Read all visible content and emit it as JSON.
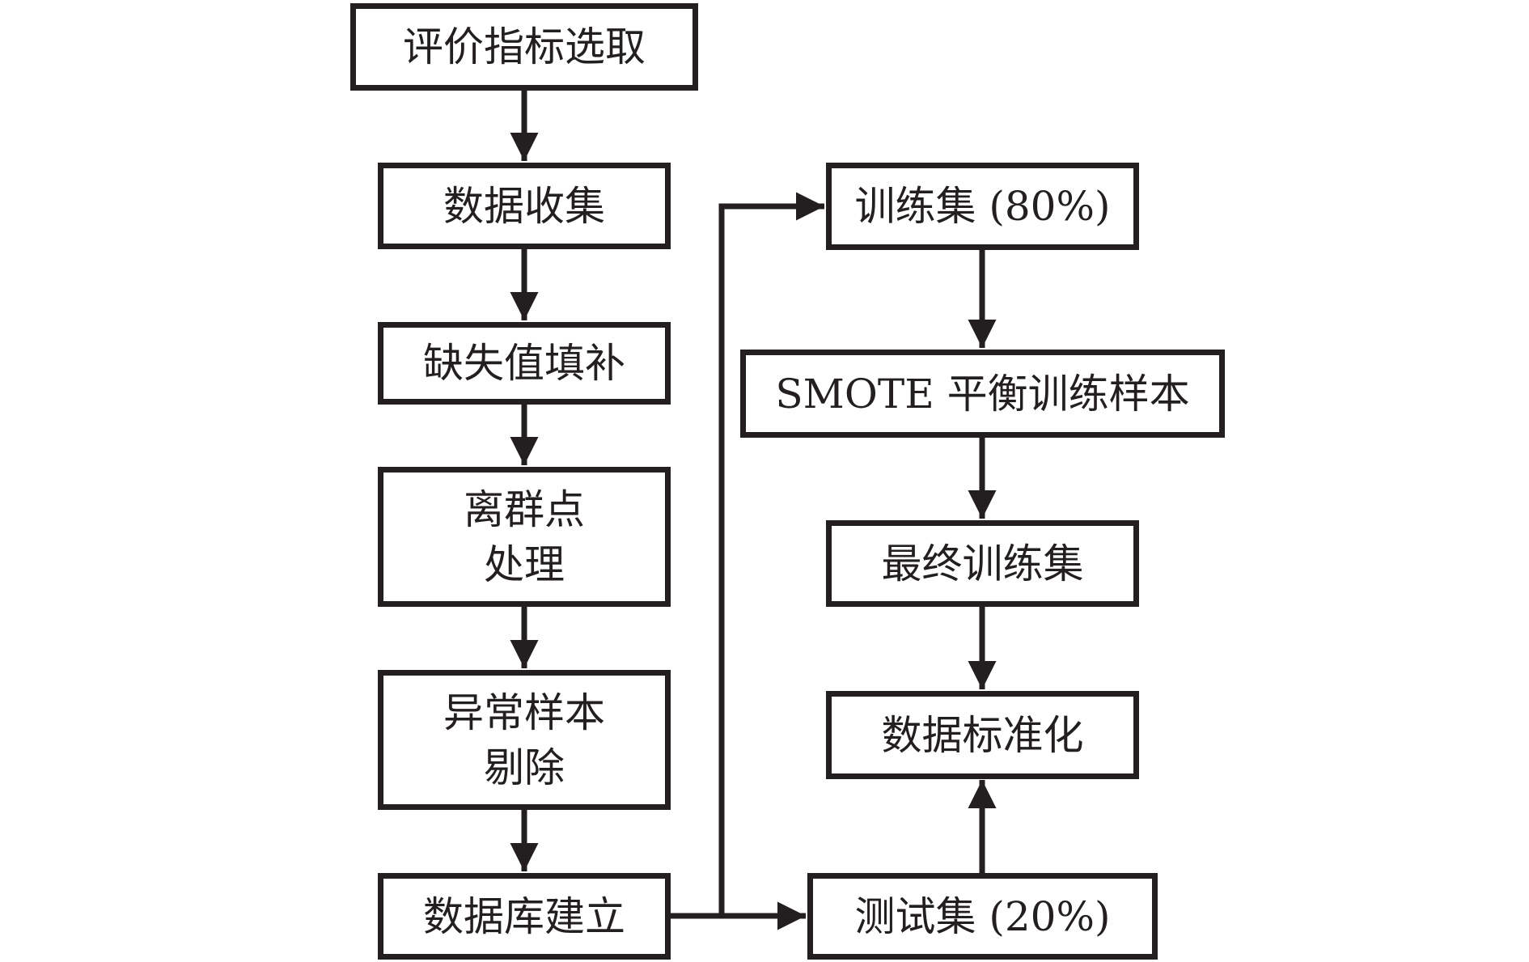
{
  "diagram": {
    "type": "flowchart",
    "colors": {
      "stroke": "#231f20",
      "background": "#ffffff"
    },
    "nodes": {
      "indicator_selection": {
        "lines": [
          "评价指标选取"
        ]
      },
      "data_collection": {
        "lines": [
          "数据收集"
        ]
      },
      "missing_value_imputation": {
        "lines": [
          "缺失值填补"
        ]
      },
      "outlier_processing": {
        "lines": [
          "离群点",
          "处理"
        ]
      },
      "abnormal_sample_removal": {
        "lines": [
          "异常样本",
          "剔除"
        ]
      },
      "database_creation": {
        "lines": [
          "数据库建立"
        ]
      },
      "training_set": {
        "lines": [
          "训练集 (80%)"
        ]
      },
      "smote_balance": {
        "lines": [
          "SMOTE 平衡训练样本"
        ]
      },
      "final_training_set": {
        "lines": [
          "最终训练集"
        ]
      },
      "data_standardization": {
        "lines": [
          "数据标准化"
        ]
      },
      "test_set": {
        "lines": [
          "测试集 (20%)"
        ]
      }
    },
    "edges": [
      {
        "from": "indicator_selection",
        "to": "data_collection"
      },
      {
        "from": "data_collection",
        "to": "missing_value_imputation"
      },
      {
        "from": "missing_value_imputation",
        "to": "outlier_processing"
      },
      {
        "from": "outlier_processing",
        "to": "abnormal_sample_removal"
      },
      {
        "from": "abnormal_sample_removal",
        "to": "database_creation"
      },
      {
        "from": "database_creation",
        "to": "training_set"
      },
      {
        "from": "database_creation",
        "to": "test_set"
      },
      {
        "from": "training_set",
        "to": "smote_balance"
      },
      {
        "from": "smote_balance",
        "to": "final_training_set"
      },
      {
        "from": "final_training_set",
        "to": "data_standardization"
      },
      {
        "from": "test_set",
        "to": "data_standardization"
      }
    ]
  }
}
